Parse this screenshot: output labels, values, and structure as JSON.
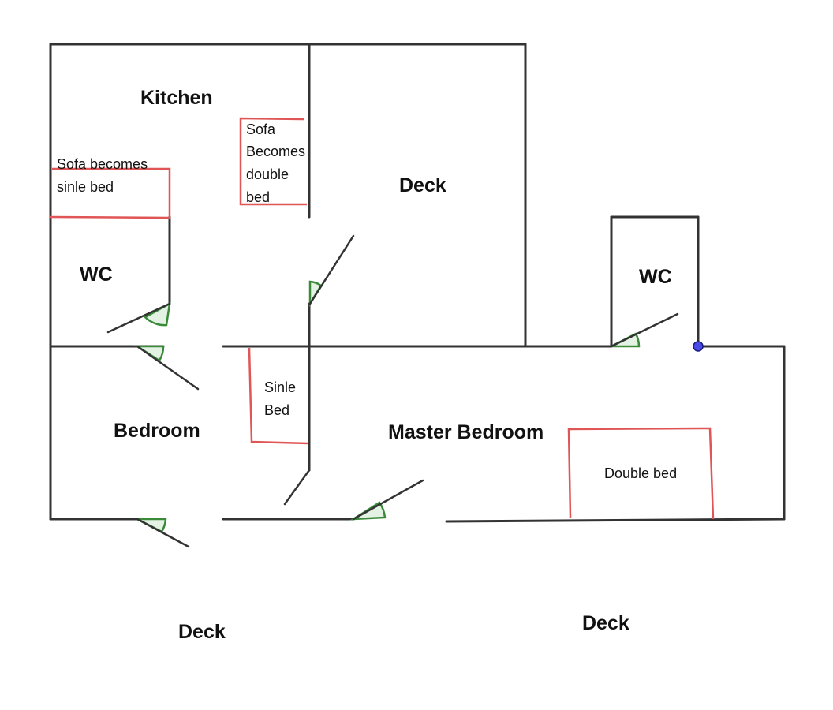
{
  "rooms": {
    "kitchen": "Kitchen",
    "deck_top": "Deck",
    "wc_left": "WC",
    "wc_right": "WC",
    "bedroom": "Bedroom",
    "master_bedroom": "Master Bedroom",
    "deck_bottom_left": "Deck",
    "deck_bottom_right": "Deck"
  },
  "furniture": {
    "sofa_single_line1": "Sofa becomes",
    "sofa_single_line2": "sinle bed",
    "sofa_double_line1": "Sofa",
    "sofa_double_line2": "Becomes",
    "sofa_double_line3": "double",
    "sofa_double_line4": "bed",
    "single_bed_line1": "Sinle",
    "single_bed_line2": "Bed",
    "double_bed": "Double bed"
  },
  "colors": {
    "wall": "#333333",
    "furniture_outline": "#e05555",
    "door_swing": "#3a8a3a",
    "marker": "#4a4ae6"
  }
}
